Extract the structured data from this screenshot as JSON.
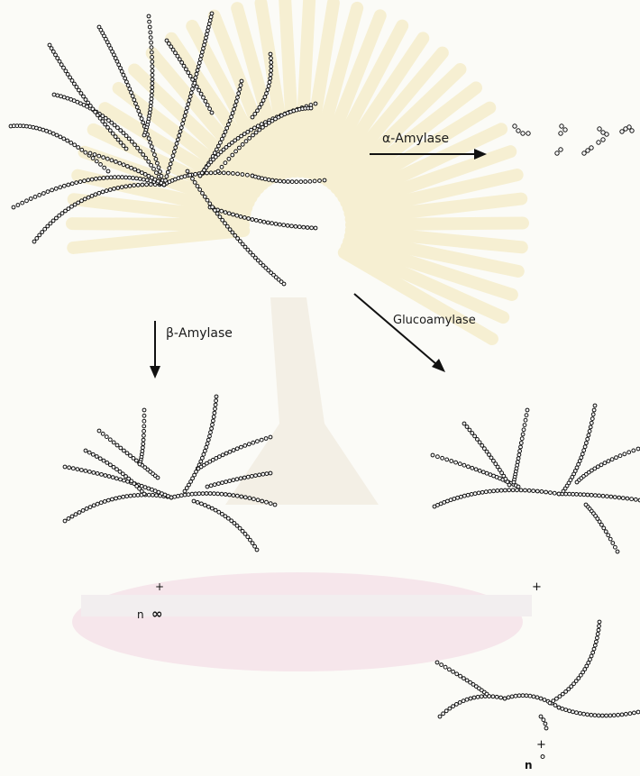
{
  "labels": {
    "alpha": "α-Amylase",
    "beta": "β-Amylase",
    "gluco": "Glucoamylase"
  },
  "products": {
    "beta_plus": "+",
    "beta_n": "n",
    "beta_maltose": "∞",
    "gluco_plus_upper": "+",
    "gluco_plus_lower": "+",
    "gluco_n": "n",
    "gluco_glucose": "°"
  },
  "colors": {
    "ink": "#1a1a1a",
    "background": "#fbfbf7",
    "watermark_rays": "#f4edc0",
    "watermark_base": "#f2d6e2"
  }
}
